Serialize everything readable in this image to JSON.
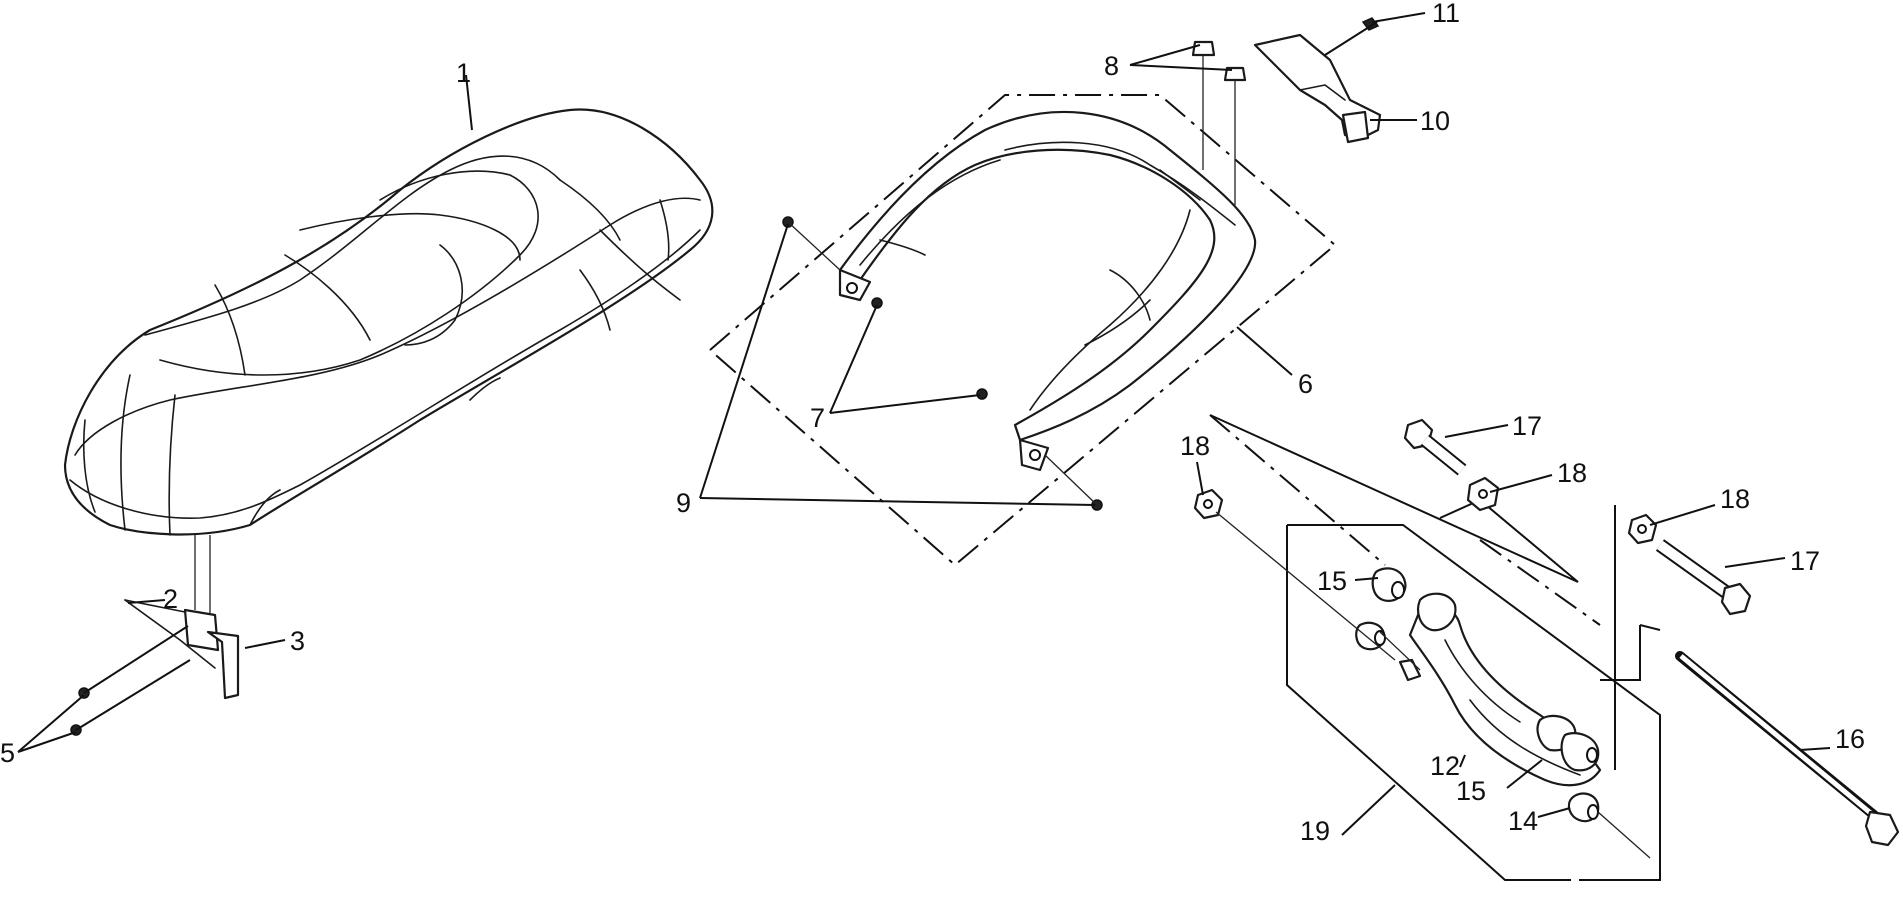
{
  "diagram": {
    "callouts": [
      {
        "id": "c1",
        "text": "1"
      },
      {
        "id": "c2",
        "text": "2"
      },
      {
        "id": "c3",
        "text": "3"
      },
      {
        "id": "c5",
        "text": "5"
      },
      {
        "id": "c6",
        "text": "6"
      },
      {
        "id": "c7",
        "text": "7"
      },
      {
        "id": "c8",
        "text": "8"
      },
      {
        "id": "c9",
        "text": "9"
      },
      {
        "id": "c10",
        "text": "10"
      },
      {
        "id": "c11",
        "text": "11"
      },
      {
        "id": "c12",
        "text": "12"
      },
      {
        "id": "c14",
        "text": "14"
      },
      {
        "id": "c15a",
        "text": "15"
      },
      {
        "id": "c15b",
        "text": "15"
      },
      {
        "id": "c16",
        "text": "16"
      },
      {
        "id": "c17a",
        "text": "17"
      },
      {
        "id": "c17b",
        "text": "17"
      },
      {
        "id": "c18a",
        "text": "18"
      },
      {
        "id": "c18b",
        "text": "18"
      },
      {
        "id": "c18c",
        "text": "18"
      },
      {
        "id": "c19",
        "text": "19"
      }
    ]
  }
}
